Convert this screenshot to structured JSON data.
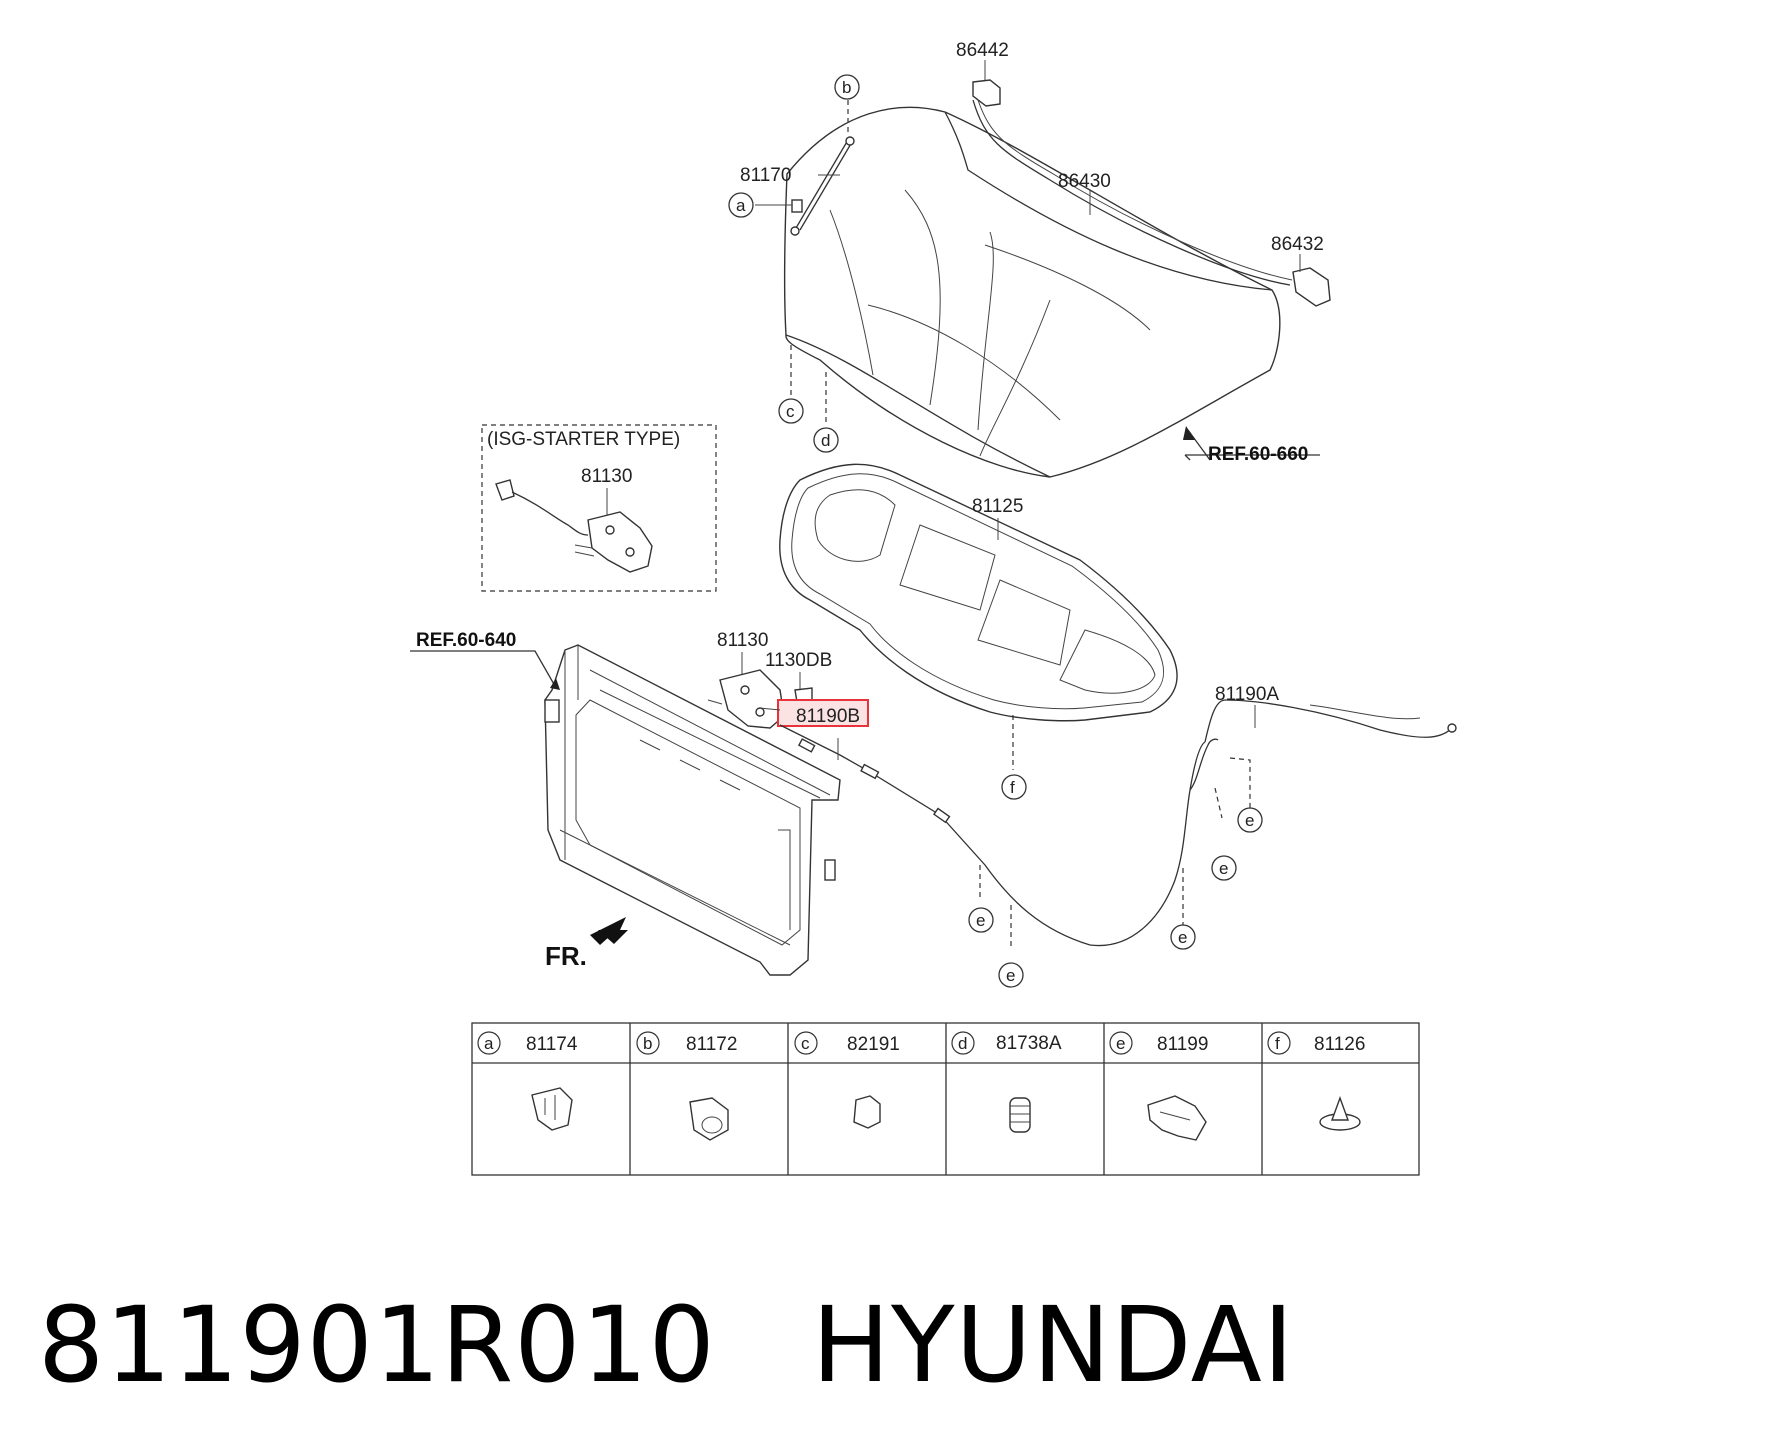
{
  "hood": {
    "part_86442": "86442",
    "part_86430": "86430",
    "part_86432": "86432",
    "part_81170": "81170",
    "ref_hood": "REF.60-660"
  },
  "isg_box": {
    "title": "(ISG-STARTER TYPE)",
    "part": "81130"
  },
  "insulator": {
    "part": "81125"
  },
  "latch": {
    "part_81130": "81130",
    "part_1130DB": "1130DB",
    "part_highlight": "81190B",
    "ref_frame": "REF.60-640",
    "front": "FR."
  },
  "cable": {
    "part": "81190A"
  },
  "callouts": {
    "a": "a",
    "b": "b",
    "c": "c",
    "d": "d",
    "e": "e",
    "f": "f"
  },
  "legend": [
    {
      "letter": "a",
      "part": "81174"
    },
    {
      "letter": "b",
      "part": "81172"
    },
    {
      "letter": "c",
      "part": "82191"
    },
    {
      "letter": "d",
      "part": "81738A"
    },
    {
      "letter": "e",
      "part": "81199"
    },
    {
      "letter": "f",
      "part": "81126"
    }
  ],
  "footer": {
    "part_number": "811901R010",
    "brand": "HYUNDAI"
  },
  "colors": {
    "highlight_border": "#e8333a",
    "highlight_fill": "#fbe3e4"
  }
}
